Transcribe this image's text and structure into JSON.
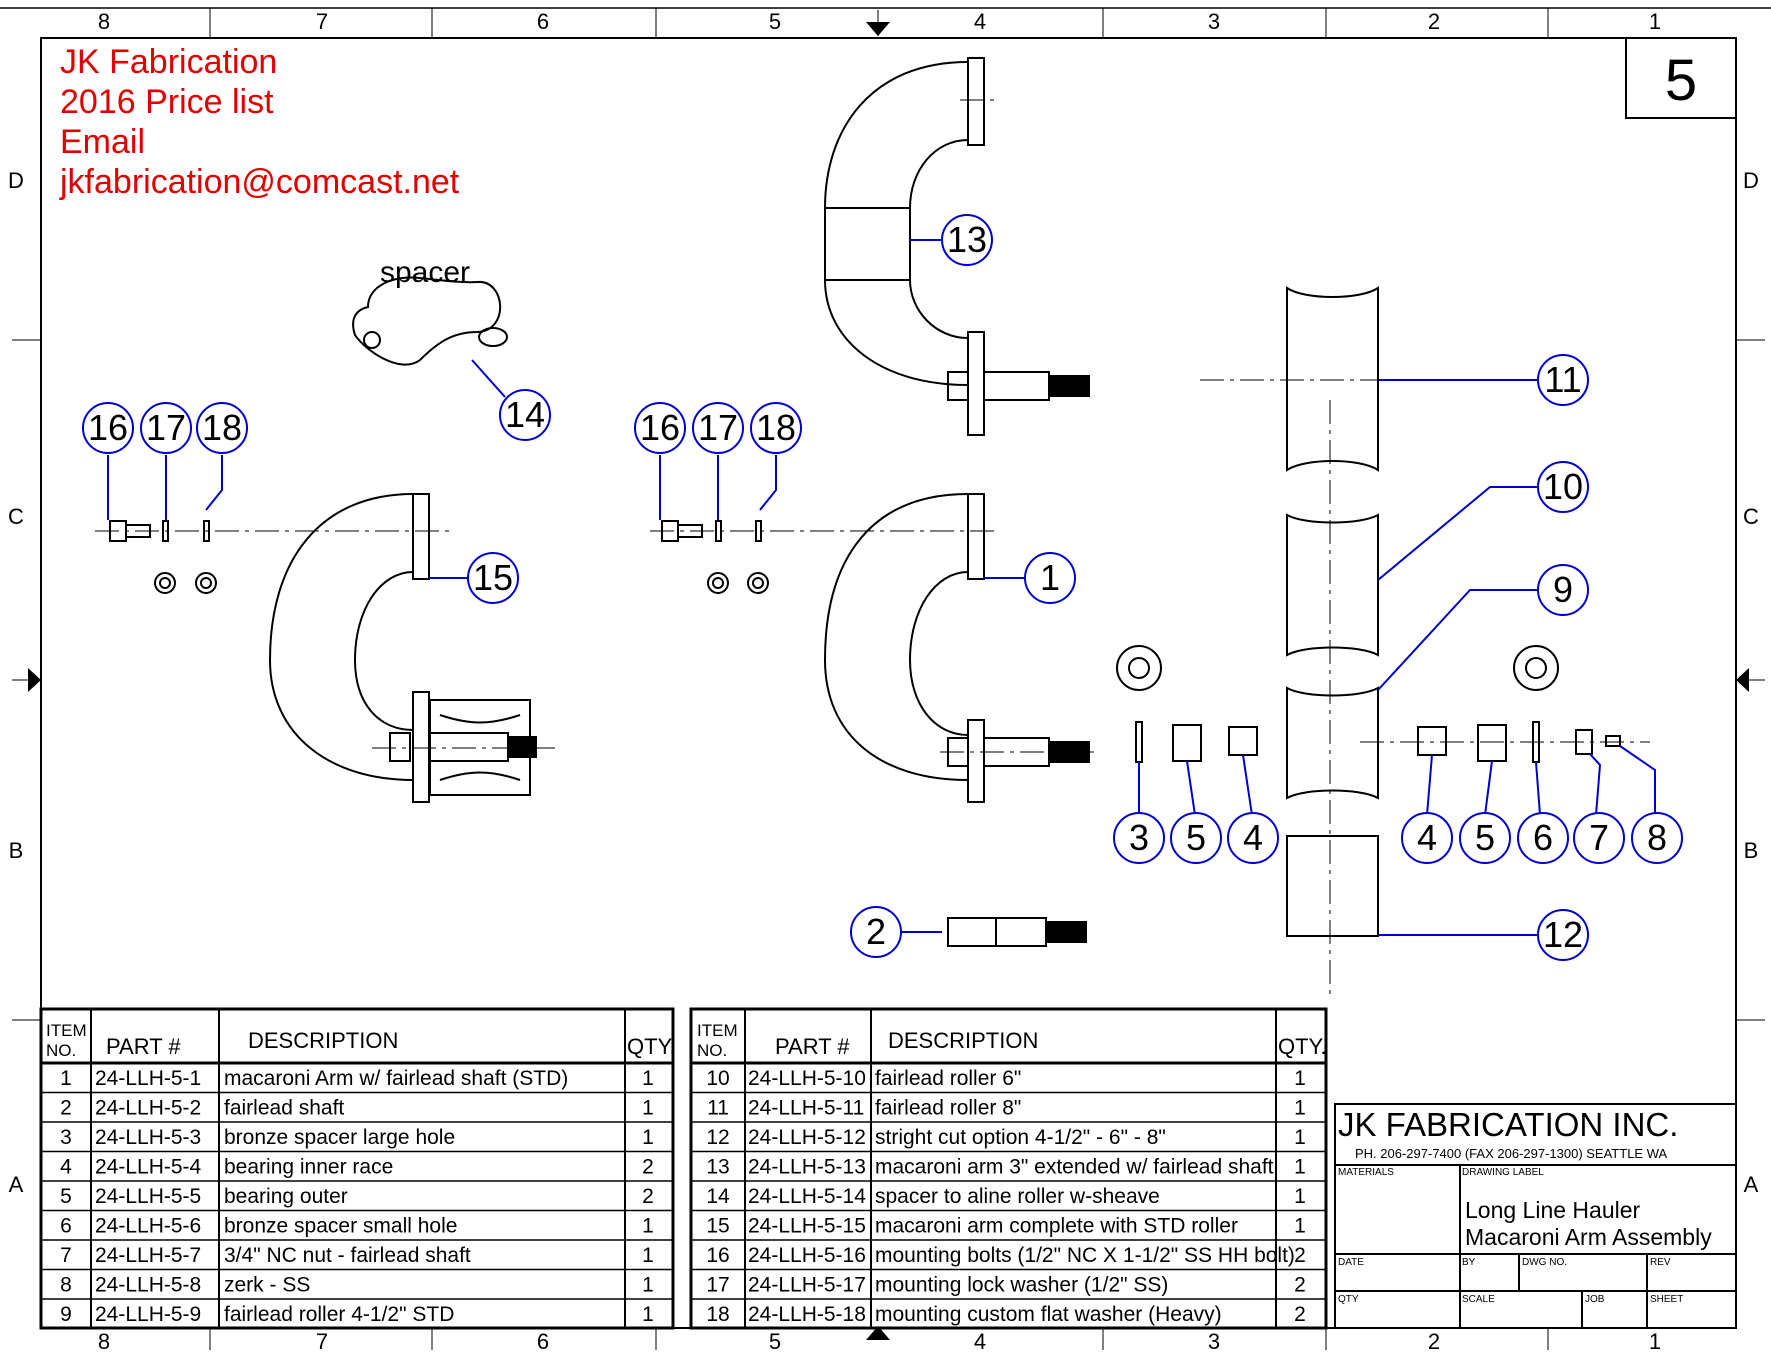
{
  "header": {
    "company": "JK Fabrication",
    "subtitle": "2016 Price list",
    "email_label": "Email",
    "email": "jkfabrication@comcast.net"
  },
  "sheet_number": "5",
  "zones": {
    "columns": [
      "8",
      "7",
      "6",
      "5",
      "4",
      "3",
      "2",
      "1"
    ],
    "rows": [
      "D",
      "C",
      "B",
      "A"
    ]
  },
  "spacer_label": "spacer",
  "balloons": [
    "1",
    "2",
    "3",
    "4",
    "5",
    "6",
    "7",
    "8",
    "9",
    "10",
    "11",
    "12",
    "13",
    "14",
    "15",
    "16",
    "17",
    "18"
  ],
  "table_headers": {
    "item_no_1": "ITEM",
    "item_no_2": "NO.",
    "part": "PART #",
    "description": "DESCRIPTION",
    "qty": "QTY."
  },
  "parts": [
    {
      "item": "1",
      "part": "24-LLH-5-1",
      "description": "macaroni Arm w/ fairlead shaft (STD)",
      "qty": "1"
    },
    {
      "item": "2",
      "part": "24-LLH-5-2",
      "description": "fairlead shaft",
      "qty": "1"
    },
    {
      "item": "3",
      "part": "24-LLH-5-3",
      "description": "bronze spacer large hole",
      "qty": "1"
    },
    {
      "item": "4",
      "part": "24-LLH-5-4",
      "description": "bearing inner race",
      "qty": "2"
    },
    {
      "item": "5",
      "part": "24-LLH-5-5",
      "description": "bearing outer",
      "qty": "2"
    },
    {
      "item": "6",
      "part": "24-LLH-5-6",
      "description": "bronze spacer small hole",
      "qty": "1"
    },
    {
      "item": "7",
      "part": "24-LLH-5-7",
      "description": "3/4\" NC nut - fairlead shaft",
      "qty": "1"
    },
    {
      "item": "8",
      "part": "24-LLH-5-8",
      "description": "zerk - SS",
      "qty": "1"
    },
    {
      "item": "9",
      "part": "24-LLH-5-9",
      "description": "fairlead roller 4-1/2\" STD",
      "qty": "1"
    },
    {
      "item": "10",
      "part": "24-LLH-5-10",
      "description": "fairlead roller 6\"",
      "qty": "1"
    },
    {
      "item": "11",
      "part": "24-LLH-5-11",
      "description": "fairlead roller 8\"",
      "qty": "1"
    },
    {
      "item": "12",
      "part": "24-LLH-5-12",
      "description": "stright cut option        4-1/2\" - 6\" - 8\"",
      "qty": "1"
    },
    {
      "item": "13",
      "part": "24-LLH-5-13",
      "description": "macaroni arm 3\" extended w/ fairlead shaft",
      "qty": "1"
    },
    {
      "item": "14",
      "part": "24-LLH-5-14",
      "description": "spacer to aline roller w-sheave",
      "qty": "1"
    },
    {
      "item": "15",
      "part": "24-LLH-5-15",
      "description": "macaroni arm complete with STD roller",
      "qty": "1"
    },
    {
      "item": "16",
      "part": "24-LLH-5-16",
      "description": "mounting bolts (1/2\" NC X 1-1/2\" SS HH bolt)",
      "qty": "2"
    },
    {
      "item": "17",
      "part": "24-LLH-5-17",
      "description": "mounting lock washer (1/2\" SS)",
      "qty": "2"
    },
    {
      "item": "18",
      "part": "24-LLH-5-18",
      "description": "mounting custom flat washer (Heavy)",
      "qty": "2"
    }
  ],
  "title_block": {
    "company": "JK  FABRICATION  INC.",
    "phone": "PH.  206-297-7400 (FAX 206-297-1300)  SEATTLE  WA",
    "materials_label": "MATERIALS",
    "drawing_label_label": "DRAWING LABEL",
    "drawing_title_1": "Long Line Hauler",
    "drawing_title_2": "Macaroni Arm Assembly",
    "date_label": "DATE",
    "by_label": "BY",
    "dwg_no_label": "DWG NO.",
    "rev_label": "REV",
    "qty_label": "QTY",
    "scale_label": "SCALE",
    "job_label": "JOB",
    "sheet_label": "SHEET"
  },
  "colors": {
    "header_text": "#e00000",
    "balloon": "#0000cc",
    "line": "#000000"
  }
}
